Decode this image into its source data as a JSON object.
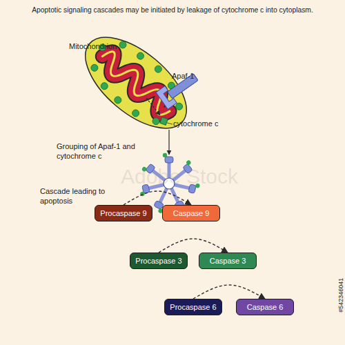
{
  "diagram": {
    "title": "Apoptotic signaling cascades may be initiated by leakage of cytochrome c into cytoplasm.",
    "nodes": [
      {
        "text": [
          "Procaspase 9"
        ]
      },
      {
        "text": [
          "Caspase 9"
        ]
      },
      {
        "text": [
          "Procaspase 3"
        ]
      },
      {
        "text": [
          "Caspase 3"
        ]
      },
      {
        "text": [
          "Procaspase 6"
        ]
      },
      {
        "text": [
          "Caspase 6"
        ]
      }
    ],
    "edges": [
      {
        "from": 0,
        "to": 1,
        "arrow": "to"
      },
      {
        "from": 2,
        "to": 3,
        "arrow": "to"
      },
      {
        "from": 4,
        "to": 5,
        "arrow": "to"
      }
    ],
    "labels": [
      "Mitochondrion",
      "Apaf-1",
      "cytochrome c",
      "Grouping of Apaf-1 and cytochrome c",
      "Cascade leading to apoptosis",
      "Adobe Stock",
      "#542346041"
    ]
  }
}
